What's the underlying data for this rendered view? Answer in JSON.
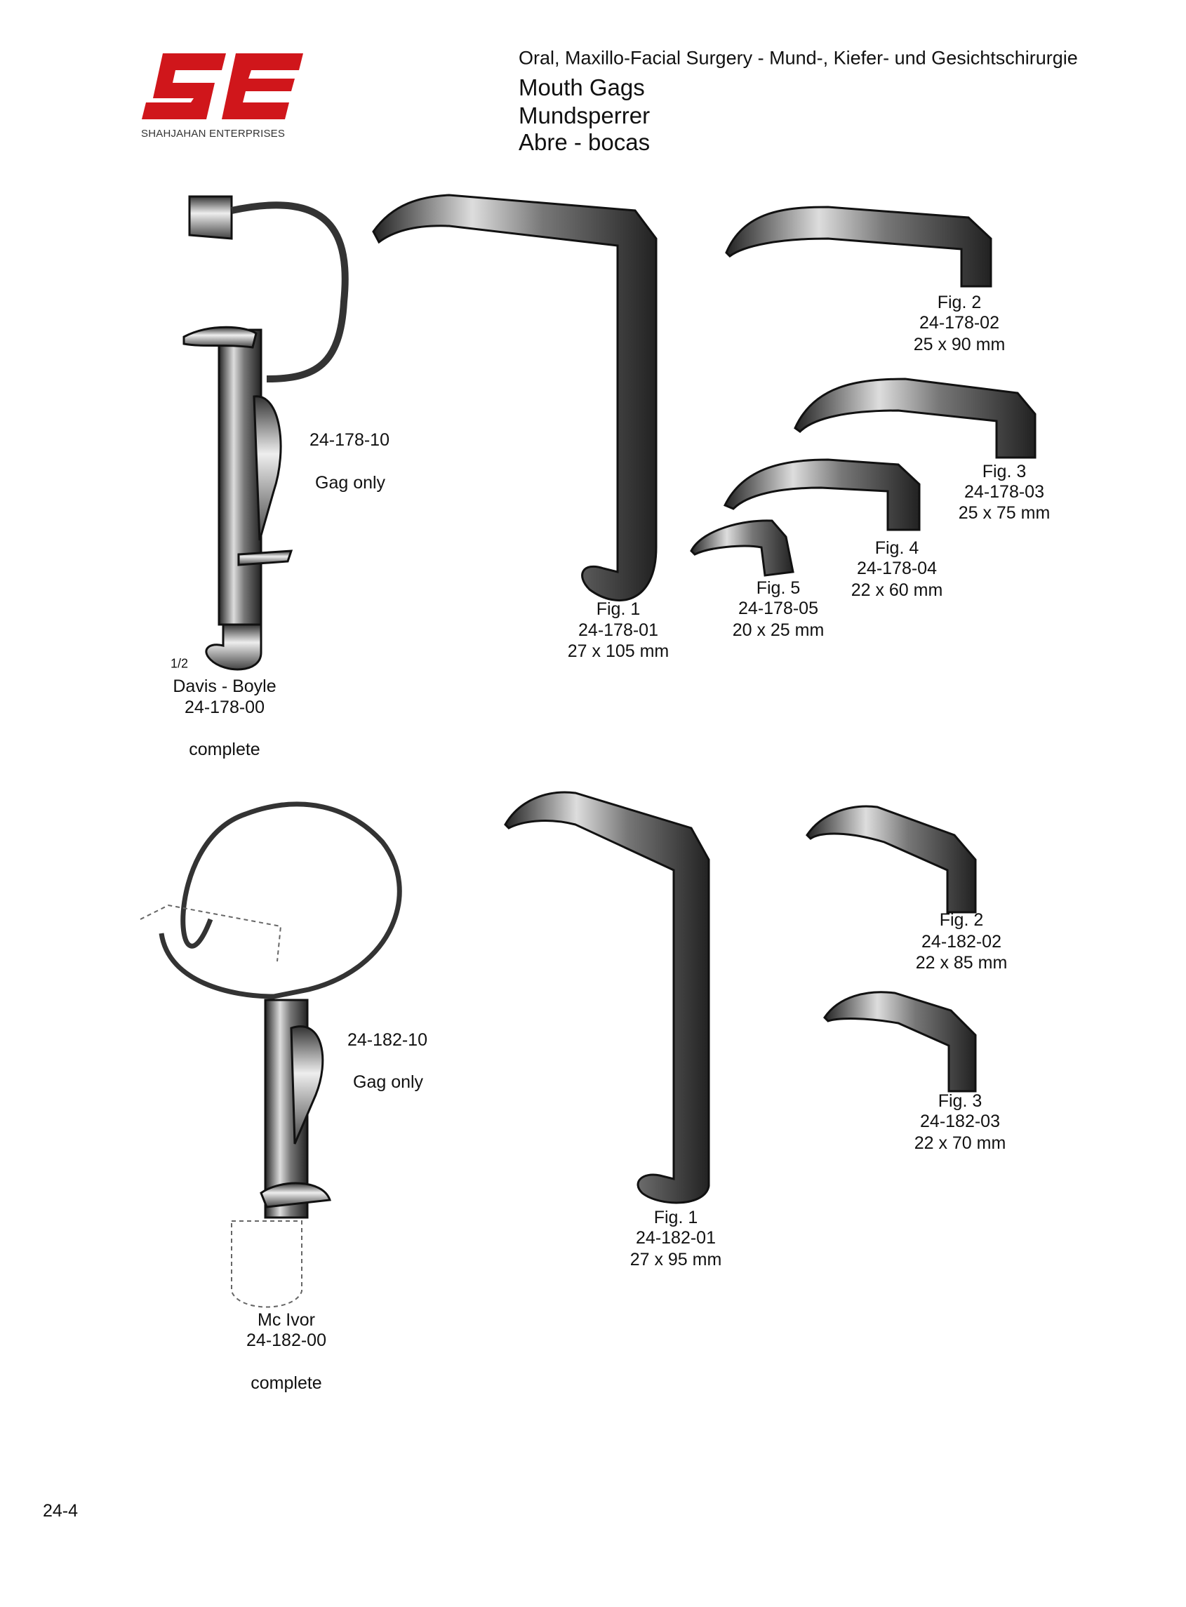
{
  "logo": {
    "mark": "SE",
    "company": "SHAHJAHAN ENTERPRISES",
    "color": "#d0161b"
  },
  "header": {
    "category": "Oral, Maxillo-Facial Surgery  -  Mund-, Kiefer- und Gesichtschirurgie",
    "titles": [
      "Mouth Gags",
      "Mundsperrer",
      "Abre - bocas"
    ]
  },
  "davis_boyle": {
    "name": "Davis - Boyle",
    "code": "24-178-00",
    "note": "complete",
    "scale": "1/2",
    "gag_code": "24-178-10",
    "gag_note": "Gag only",
    "blades": [
      {
        "fig": "Fig. 1",
        "code": "24-178-01",
        "size": "27 x 105 mm"
      },
      {
        "fig": "Fig. 2",
        "code": "24-178-02",
        "size": "25 x 90 mm"
      },
      {
        "fig": "Fig. 3",
        "code": "24-178-03",
        "size": "25 x 75 mm"
      },
      {
        "fig": "Fig. 4",
        "code": "24-178-04",
        "size": "22 x 60 mm"
      },
      {
        "fig": "Fig. 5",
        "code": "24-178-05",
        "size": "20 x 25 mm"
      }
    ]
  },
  "mc_ivor": {
    "name": "Mc Ivor",
    "code": "24-182-00",
    "note": "complete",
    "gag_code": "24-182-10",
    "gag_note": "Gag only",
    "blades": [
      {
        "fig": "Fig. 1",
        "code": "24-182-01",
        "size": "27 x 95 mm"
      },
      {
        "fig": "Fig. 2",
        "code": "24-182-02",
        "size": "22 x 85 mm"
      },
      {
        "fig": "Fig. 3",
        "code": "24-182-03",
        "size": "22 x 70 mm"
      }
    ]
  },
  "page_number": "24-4"
}
